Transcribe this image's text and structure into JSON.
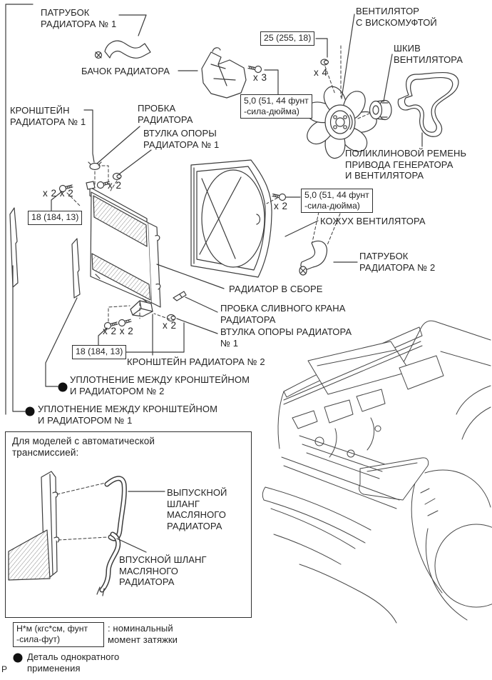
{
  "diagram": {
    "labels": {
      "patrubok1": "ПАТРУБОК\nРАДИАТОРА № 1",
      "bachok": "БАЧОК РАДИАТОРА",
      "kronshtein1": "КРОНШТЕЙН\nРАДИАТОРА № 1",
      "probka": "ПРОБКА\nРАДИАТОРА",
      "vtulka_top": "ВТУЛКА ОПОРЫ\nРАДИАТОРА № 1",
      "fan": "ВЕНТИЛЯТОР\nС ВИСКОМУФТОЙ",
      "shkiv": "ШКИВ\nВЕНТИЛЯТОРА",
      "belt": "ПОЛИКЛИНОВОЙ РЕМЕНЬ\nПРИВОДА ГЕНЕРАТОРА\nИ ВЕНТИЛЯТОРА",
      "kozhuh": "КОЖУХ ВЕНТИЛЯТОРА",
      "patrubok2": "ПАТРУБОК\nРАДИАТОРА № 2",
      "radiator": "РАДИАТОР В СБОРЕ",
      "drain": "ПРОБКА СЛИВНОГО КРАНА\nРАДИАТОРА",
      "vtulka_bottom": "ВТУЛКА ОПОРЫ РАДИАТОРА\n№ 1",
      "kronshtein2": "КРОНШТЕЙН РАДИАТОРА № 2",
      "seal2": "УПЛОТНЕНИЕ МЕЖДУ КРОНШТЕЙНОМ\nИ РАДИАТОРОМ № 2",
      "seal1": "УПЛОТНЕНИЕ МЕЖДУ КРОНШТЕЙНОМ\nИ РАДИАТОРОМ № 1"
    },
    "torques": {
      "t25": "25 (255, 18)",
      "t5_viscous": "5,0 (51, 44 фунт\n-сила-дюйма)",
      "t5_shroud": "5,0 (51, 44 фунт\n-сила-дюйма)",
      "t18_top": "18 (184, 13)",
      "t18_bottom": "18 (184, 13)"
    },
    "quantities": {
      "x3": "x 3",
      "x4": "x 4",
      "x2_shroud": "x 2",
      "x2x2_top": "x 2 x 2",
      "x2_top": "x 2",
      "x2x2_bottom": "x 2 x 2",
      "x2_bottom": "x 2"
    },
    "at_box": {
      "title": "Для моделей с автоматической\nтрансмиссией:",
      "outlet": "ВЫПУСКНОЙ\nШЛАНГ\nМАСЛЯНОГО\nРАДИАТОРА",
      "inlet": "ВПУСКНОЙ ШЛАНГ\nМАСЛЯНОГО\nРАДИАТОРА"
    },
    "legend": {
      "torque_units": "Н*м (кгс*см, фунт\n-сила-фут)",
      "torque_desc": ": номинальный\nмомент затяжки",
      "single_use": "Деталь однократного\nприменения"
    },
    "footer": "Р",
    "colors": {
      "line": "#3c3c3c",
      "background": "#ffffff"
    }
  }
}
